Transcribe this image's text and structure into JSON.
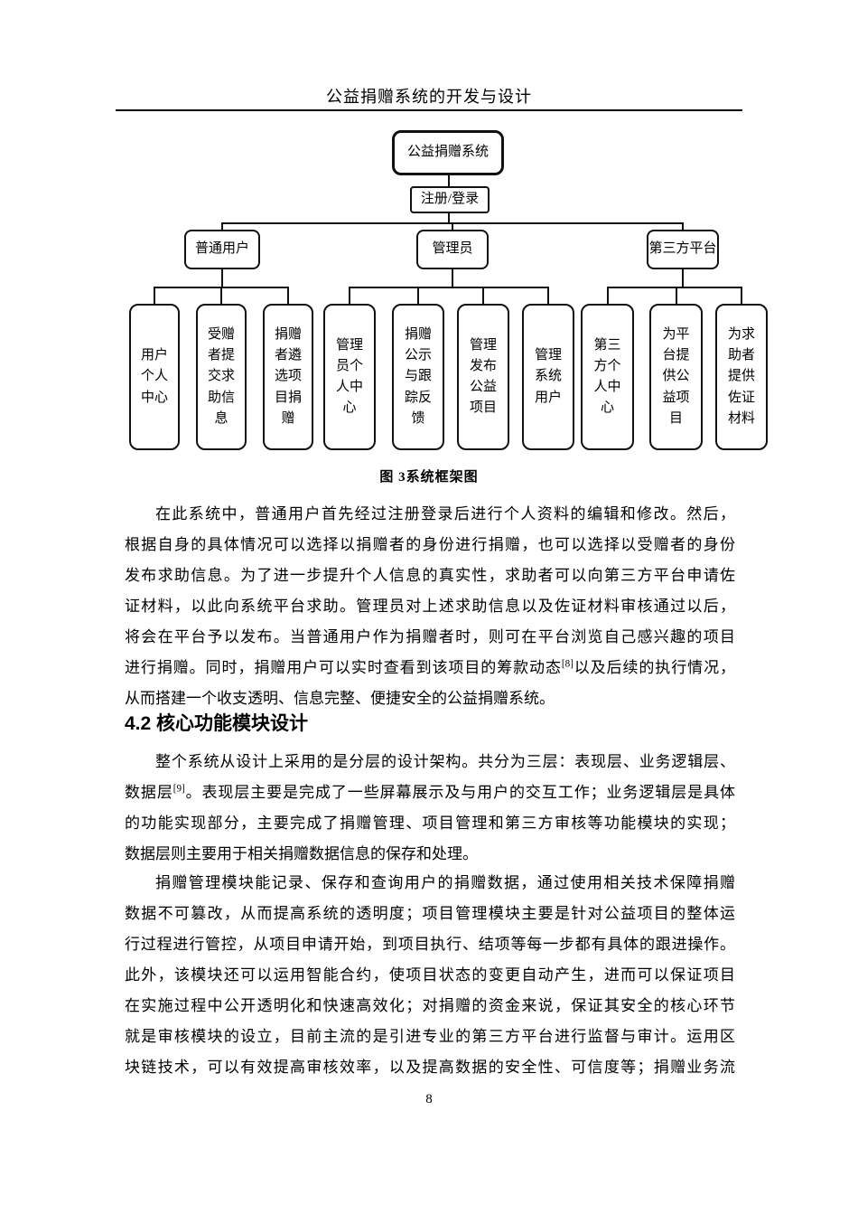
{
  "page": {
    "header_title": "公益捐赠系统的开发与设计",
    "page_number": "8"
  },
  "diagram": {
    "root": "公益捐赠系统",
    "login": "注册/登录",
    "branches": [
      {
        "label": "普通用户",
        "children": [
          "用户个人中心",
          "受赠者提交求助信息",
          "捐赠者遴选项目捐赠"
        ]
      },
      {
        "label": "管理员",
        "children": [
          "管理员个人中心",
          "捐赠公示与跟踪反馈",
          "管理发布公益项目",
          "管理系统用户"
        ]
      },
      {
        "label": "第三方平台",
        "children": [
          "第三方个人中心",
          "为平台提供公益项目",
          "为求助者提供佐证材料"
        ]
      }
    ],
    "caption": "图  3系统框架图"
  },
  "content": {
    "section_heading": "4.2 核心功能模块设计",
    "paragraphs": [
      {
        "justify_last_line": false,
        "lines": [
          "在此系统中，普通用户首先经过注册登录后进行个人资料的编辑和修改。然后，",
          "根据自身的具体情况可以选择以捐赠者的身份进行捐赠，也可以选择以受赠者的身份",
          "发布求助信息。为了进一步提升个人信息的真实性，求助者可以向第三方平台申请佐",
          "证材料，以此向系统平台求助。管理员对上述求助信息以及佐证材料审核通过以后，",
          "将会在平台予以发布。当普通用户作为捐赠者时，则可在平台浏览自己感兴趣的项目",
          "进行捐赠。同时，捐赠用户可以实时查看到该项目的筹款动态[[8]]以及后续的执行情况，",
          "从而搭建一个收支透明、信息完整、便捷安全的公益捐赠系统。"
        ]
      },
      {
        "justify_last_line": false,
        "lines": [
          "整个系统从设计上采用的是分层的设计架构。共分为三层：表现层、业务逻辑层、",
          "数据层[[9]]。表现层主要是完成了一些屏幕展示及与用户的交互工作；业务逻辑层是具体",
          "的功能实现部分，主要完成了捐赠管理、项目管理和第三方审核等功能模块的实现；",
          "数据层则主要用于相关捐赠数据信息的保存和处理。"
        ]
      },
      {
        "justify_last_line": true,
        "lines": [
          "捐赠管理模块能记录、保存和查询用户的捐赠数据，通过使用相关技术保障捐赠",
          "数据不可篡改，从而提高系统的透明度；项目管理模块主要是针对公益项目的整体运",
          "行过程进行管控，从项目申请开始，到项目执行、结项等每一步都有具体的跟进操作。",
          "此外，该模块还可以运用智能合约，使项目状态的变更自动产生，进而可以保证项目",
          "在实施过程中公开透明化和快速高效化；对捐赠的资金来说，保证其安全的核心环节",
          "就是审核模块的设立，目前主流的是引进专业的第三方平台进行监督与审计。运用区",
          "块链技术，可以有效提高审核效率，以及提高数据的安全性、可信度等；捐赠业务流"
        ]
      }
    ]
  }
}
